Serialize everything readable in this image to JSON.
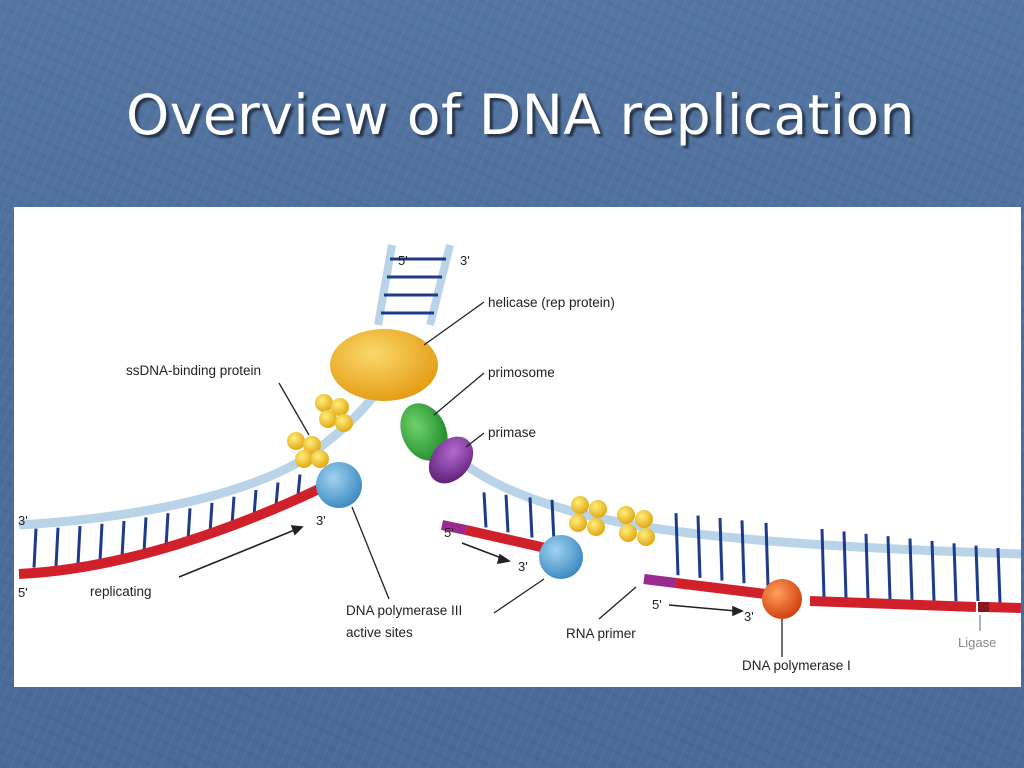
{
  "slide": {
    "title": "Overview of DNA replication"
  },
  "diagram": {
    "labels": {
      "helicase": "helicase (rep protein)",
      "ssdna_binding": "ssDNA-binding protein",
      "primosome": "primosome",
      "primase": "primase",
      "replicating": "replicating",
      "pol3_line1": "DNA polymerase III",
      "pol3_line2": "active sites",
      "rna_primer": "RNA primer",
      "pol1": "DNA polymerase I",
      "ligase": "Ligase"
    },
    "ends": {
      "top_5": "5'",
      "top_3": "3'",
      "left_3": "3'",
      "left_5": "5'",
      "lead_3": "3'",
      "lag1_5": "5'",
      "lag1_3": "3'",
      "lag2_5": "5'",
      "lag2_3": "3'"
    },
    "colors": {
      "backbone": "#b9d4e8",
      "base_blue": "#1e3a8a",
      "new_strand": "#d0202a",
      "rna_primer": "#9b2a8e",
      "helicase": "#f0b22a",
      "primosome": "#27a43a",
      "primase": "#7a2a92",
      "pol3": "#5aa6d6",
      "pol1": "#e8561a",
      "ssb": "#f2c21c"
    }
  }
}
